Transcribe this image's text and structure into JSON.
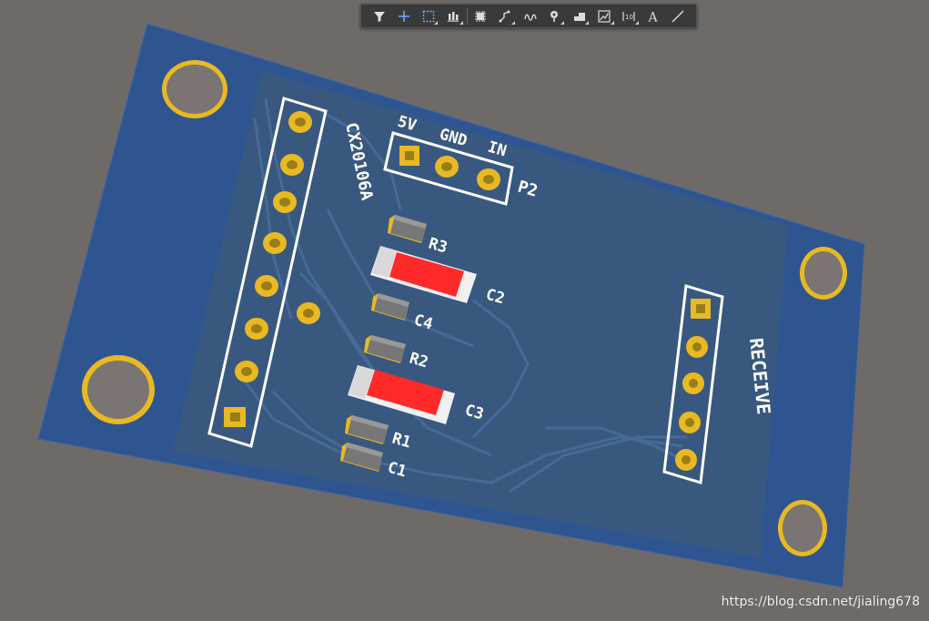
{
  "toolbar": {
    "tools": [
      {
        "name": "filter-icon",
        "has_dropdown": false
      },
      {
        "name": "crosshair-icon",
        "has_dropdown": false
      },
      {
        "name": "select-rectangle-icon",
        "has_dropdown": true
      },
      {
        "name": "align-icon",
        "has_dropdown": true
      },
      {
        "name": "component-icon",
        "has_dropdown": false
      },
      {
        "name": "route-icon",
        "has_dropdown": true
      },
      {
        "name": "interactive-route-icon",
        "has_dropdown": false
      },
      {
        "name": "place-pad-icon",
        "has_dropdown": true
      },
      {
        "name": "polygon-pour-icon",
        "has_dropdown": true
      },
      {
        "name": "graph-icon",
        "has_dropdown": true
      },
      {
        "name": "dimension-icon",
        "has_dropdown": true
      },
      {
        "name": "string-icon",
        "has_dropdown": false
      },
      {
        "name": "line-icon",
        "has_dropdown": false
      }
    ]
  },
  "pcb": {
    "board_color": "#2f5591",
    "pad_color": "#e8b923",
    "capacitor_body_color": "#ff2a2a",
    "labels": {
      "header_main": "CX20106A",
      "p2_pin1": "5V",
      "p2_pin2": "GND",
      "p2_pin3": "IN",
      "p2": "P2",
      "r3": "R3",
      "c2": "C2",
      "c4": "C4",
      "r2": "R2",
      "c3": "C3",
      "r1": "R1",
      "c1": "C1",
      "receive": "RECEIVE"
    }
  },
  "watermark": "https://blog.csdn.net/jialing678"
}
